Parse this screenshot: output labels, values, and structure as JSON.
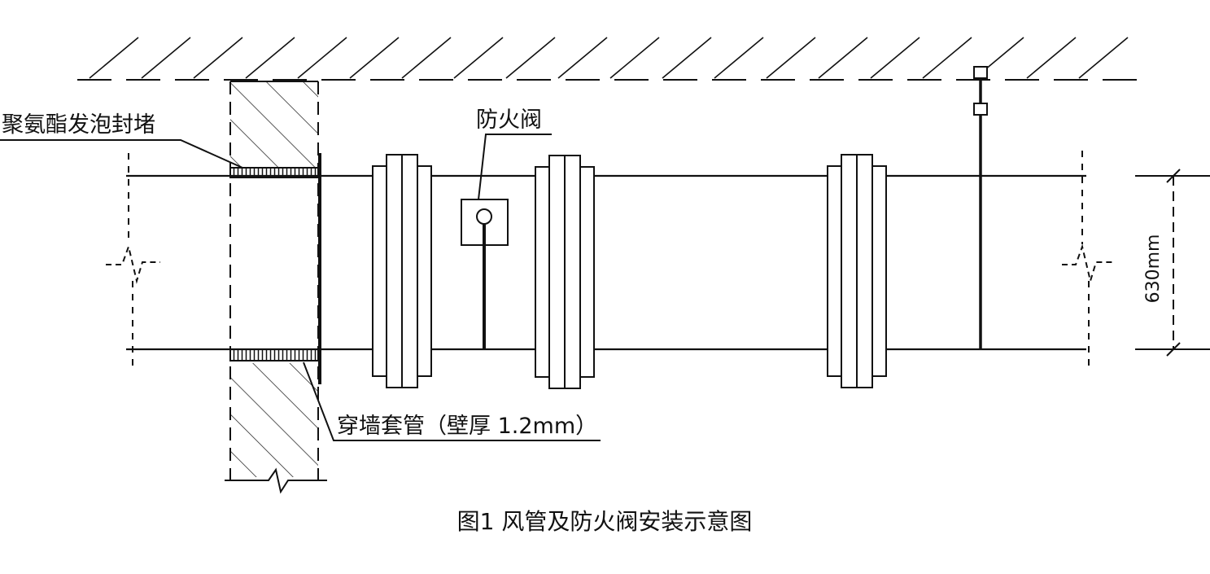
{
  "labels": {
    "sealant": "聚氨酯发泡封堵",
    "fire_damper": "防火阀",
    "wall_sleeve": "穿墙套管（壁厚 1.2mm）",
    "dimension": "630mm"
  },
  "caption": "图1 风管及防火阀安装示意图",
  "colors": {
    "line": "#111111",
    "background": "#ffffff"
  }
}
